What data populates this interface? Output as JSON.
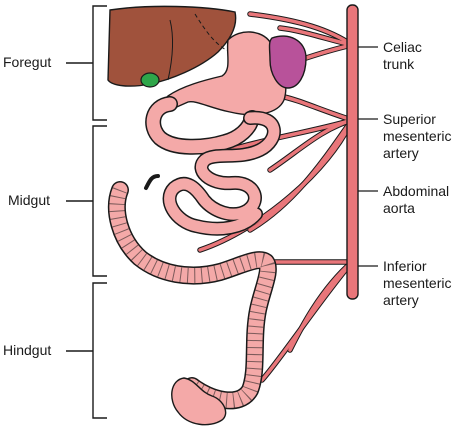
{
  "sections": {
    "foregut": "Foregut",
    "midgut": "Midgut",
    "hindgut": "Hindgut"
  },
  "structures": {
    "celiac_trunk": "Celiac\ntrunk",
    "superior_mesenteric_artery": "Superior\nmesenteric\nartery",
    "abdominal_aorta": "Abdominal\naorta",
    "inferior_mesenteric_artery": "Inferior\nmesenteric\nartery"
  },
  "colors": {
    "gut": "#f4a9a8",
    "gut_outline": "#1a1a1a",
    "artery": "#e9767a",
    "liver": "#a0523c",
    "gallbladder": "#2fa64a",
    "spleen": "#b8529a"
  }
}
